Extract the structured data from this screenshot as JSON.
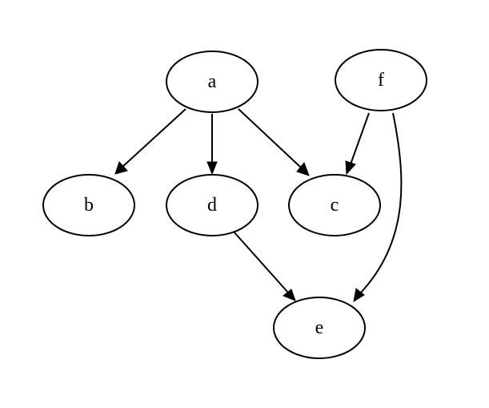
{
  "graph": {
    "nodes": [
      {
        "id": "a",
        "label": "a"
      },
      {
        "id": "f",
        "label": "f"
      },
      {
        "id": "b",
        "label": "b"
      },
      {
        "id": "d",
        "label": "d"
      },
      {
        "id": "c",
        "label": "c"
      },
      {
        "id": "e",
        "label": "e"
      }
    ],
    "edges": [
      {
        "from": "a",
        "to": "b"
      },
      {
        "from": "a",
        "to": "d"
      },
      {
        "from": "a",
        "to": "c"
      },
      {
        "from": "f",
        "to": "c"
      },
      {
        "from": "f",
        "to": "e"
      },
      {
        "from": "d",
        "to": "e"
      }
    ]
  }
}
